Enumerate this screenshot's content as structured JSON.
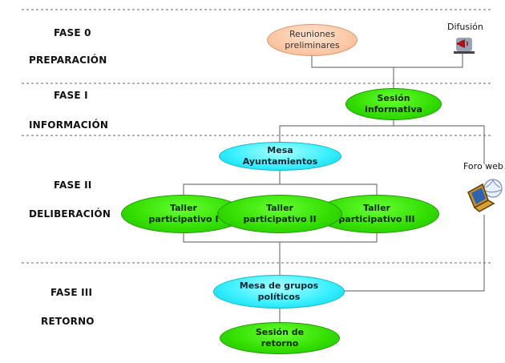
{
  "phases": [
    {
      "name": "FASE 0",
      "title": "PREPARACIÓN"
    },
    {
      "name": "FASE I",
      "title": "INFORMACIÓN"
    },
    {
      "name": "FASE II",
      "title": "DELIBERACIÓN"
    },
    {
      "name": "FASE III",
      "title": "RETORNO"
    }
  ],
  "nodes": {
    "reuniones": {
      "line1": "Reuniones",
      "line2": "preliminares"
    },
    "sesion_informativa": {
      "line1": "Sesión",
      "line2": "informativa"
    },
    "mesa_ayuntamientos": {
      "line1": "Mesa",
      "line2": "Ayuntamientos"
    },
    "taller1": {
      "line1": "Taller",
      "line2": "participativo I"
    },
    "taller2": {
      "line1": "Taller",
      "line2": "participativo II"
    },
    "taller3": {
      "line1": "Taller",
      "line2": "participativo III"
    },
    "mesa_grupos": {
      "line1": "Mesa de grupos",
      "line2": "políticos"
    },
    "sesion_retorno": {
      "line1": "Sesión de",
      "line2": "retorno"
    }
  },
  "side": {
    "difusion": "Difusión",
    "foro_web": "Foro web"
  },
  "icons": [
    "megaphone-icon",
    "laptop-globe-icon"
  ]
}
